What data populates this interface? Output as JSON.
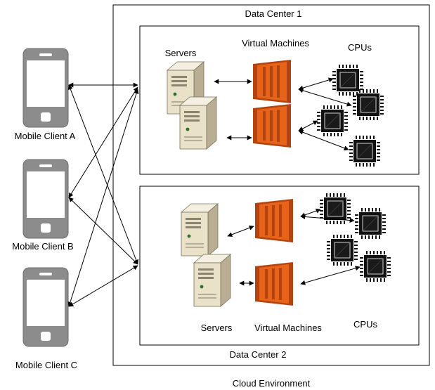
{
  "cloud_label": "Cloud Environment",
  "data_centers": [
    {
      "title": "Data Center 1",
      "servers_label": "Servers",
      "vm_label": "Virtual Machines",
      "cpu_label": "CPUs"
    },
    {
      "title": "Data Center 2",
      "servers_label": "Servers",
      "vm_label": "Virtual Machines",
      "cpu_label": "CPUs"
    }
  ],
  "clients": [
    {
      "label": "Mobile Client A"
    },
    {
      "label": "Mobile Client B"
    },
    {
      "label": "Mobile Client C"
    }
  ],
  "colors": {
    "vm_orange": "#e8631a",
    "vm_dark": "#b34410",
    "server_body": "#e9e1c8",
    "phone_gray": "#8c8c8c",
    "chip_black": "#111111"
  }
}
